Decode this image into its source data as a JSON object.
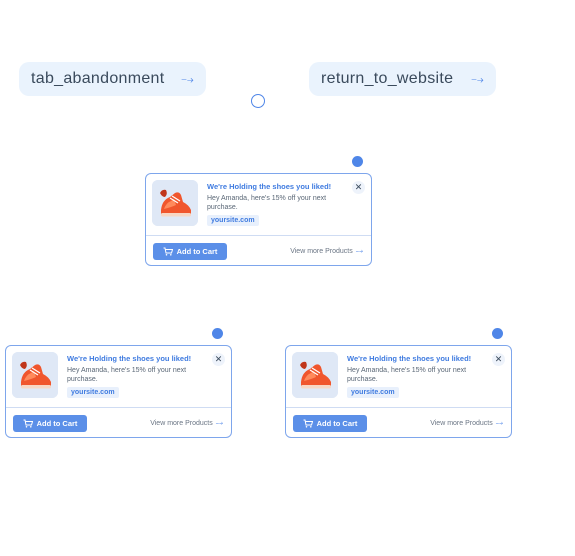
{
  "triggers": [
    {
      "label": "tab_abandonment",
      "arrow": "⤍"
    },
    {
      "label": "return_to_website",
      "arrow": "⤍"
    }
  ],
  "notification": {
    "headline": "We're Holding the shoes you liked!",
    "body": "Hey Amanda, here's 15% off your next purchase.",
    "url": "yoursite.com",
    "cart_label": "Add to Cart",
    "more_label": "View more Products",
    "more_arrow": "⤍",
    "close_glyph": "✕"
  },
  "colors": {
    "accent": "#4f86e8",
    "chip_bg": "#eaf3fd",
    "card_border": "#7ea6ec"
  }
}
